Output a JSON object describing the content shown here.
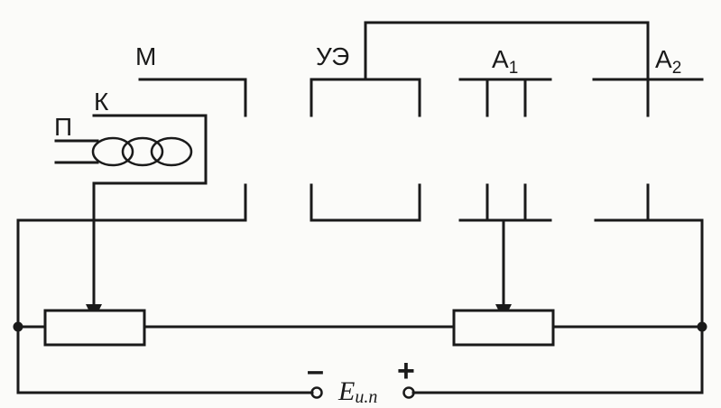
{
  "labels": {
    "m": "М",
    "k": "К",
    "p": "П",
    "ue": "УЭ",
    "a1_main": "А",
    "a1_sub": "1",
    "a2_main": "А",
    "a2_sub": "2",
    "emf_main": "E",
    "emf_sub": "и.п",
    "minus": "–",
    "plus": "+"
  }
}
